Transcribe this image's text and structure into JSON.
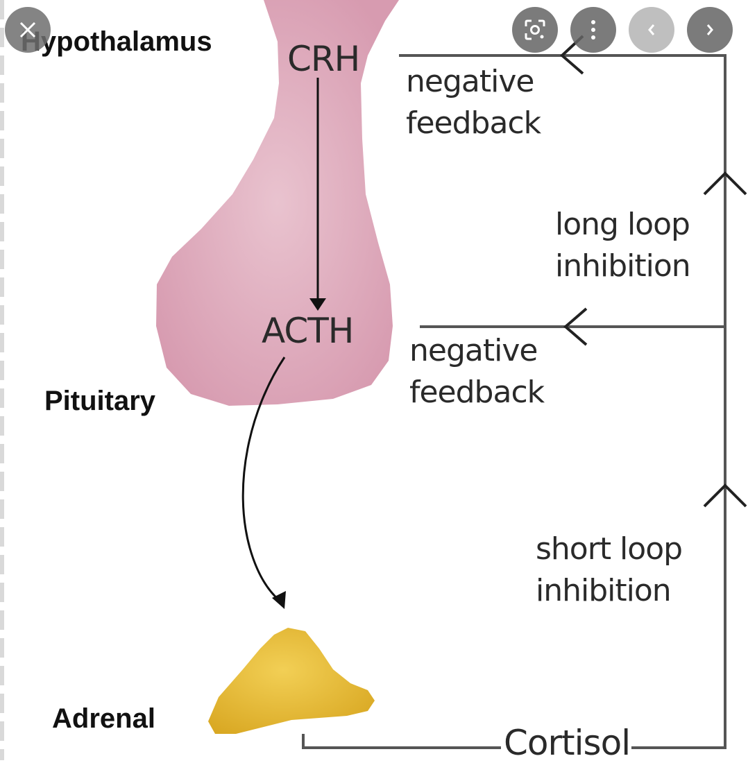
{
  "viewer": {
    "close_icon": "close-icon",
    "lens_icon": "lens-search-icon",
    "more_icon": "more-vertical-icon",
    "prev_icon": "chevron-left-icon",
    "next_icon": "chevron-right-icon"
  },
  "diagram": {
    "organs": {
      "hypothalamus": "Hypothalamus",
      "pituitary": "Pituitary",
      "adrenal": "Adrenal"
    },
    "hormones": {
      "crh": "CRH",
      "acth": "ACTH",
      "cortisol": "Cortisol"
    },
    "feedback_labels": {
      "upper_negative": [
        "negative",
        "feedback"
      ],
      "long_loop": [
        "long loop",
        "inhibition"
      ],
      "lower_negative": [
        "negative",
        "feedback"
      ],
      "short_loop": [
        "short loop",
        "inhibition"
      ]
    },
    "colors": {
      "pituitary_fill": "#dfa9bb",
      "adrenal_fill": "#e8bd30",
      "line": "#555555",
      "arrow": "#111111"
    }
  }
}
